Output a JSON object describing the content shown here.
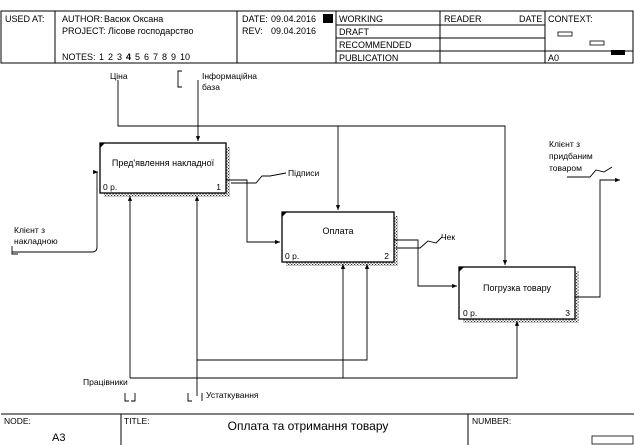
{
  "header": {
    "used_at_label": "USED AT:",
    "author_label": "AUTHOR:",
    "author_value": "Васюк Оксана",
    "project_label": "PROJECT:",
    "project_value": "Лісове господарство",
    "notes_label": "NOTES:",
    "notes_numbers": [
      "1",
      "2",
      "3",
      "4",
      "5",
      "6",
      "7",
      "8",
      "9",
      "10"
    ],
    "date_label": "DATE:",
    "date_value": "09.04.2016",
    "rev_label": "REV:",
    "rev_value": "09.04.2016",
    "status": [
      "WORKING",
      "DRAFT",
      "RECOMMENDED",
      "PUBLICATION"
    ],
    "reader_label": "READER",
    "reader_date_label": "DATE",
    "context_label": "CONTEXT:",
    "context_node": "A0"
  },
  "activities": [
    {
      "title": "Пред'явлення накладної",
      "cost": "0 р.",
      "number": "1"
    },
    {
      "title": "Оплата",
      "cost": "0 р.",
      "number": "2"
    },
    {
      "title": "Погрузка товару",
      "cost": "0 р.",
      "number": "3"
    }
  ],
  "arrows": {
    "price": "Ціна",
    "info_base_line1": "Інформаційна",
    "info_base_line2": "база",
    "client_in_line1": "Клієнт з",
    "client_in_line2": "накладною",
    "signatures": "Підписи",
    "check": "Чек",
    "client_out_line1": "Клієнт з",
    "client_out_line2": "придбаним",
    "client_out_line3": "товаром",
    "workers": "Працівники",
    "equipment": "Устаткування"
  },
  "footer": {
    "node_label": "NODE:",
    "node_value": "A3",
    "title_label": "TITLE:",
    "title_value": "Оплата та  отримання товару",
    "number_label": "NUMBER:"
  }
}
